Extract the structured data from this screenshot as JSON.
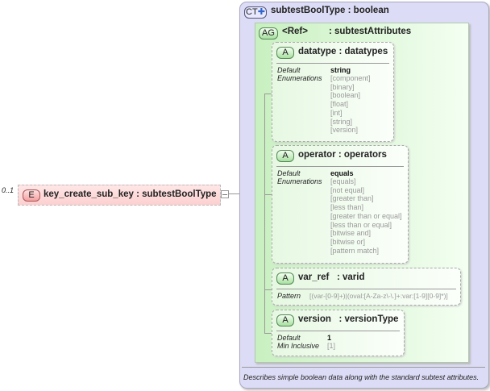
{
  "element": {
    "occurs": "0..1",
    "badge": "E",
    "name": "key_create_sub_key",
    "type": ": subtestBoolType"
  },
  "complex_type": {
    "badge": "CT",
    "name": "subtestBoolType",
    "base": ": boolean",
    "description": "Describes simple boolean data along with the standard subtest attributes."
  },
  "attribute_group": {
    "badge": "AG",
    "name": "<Ref>",
    "ref": ": subtestAttributes"
  },
  "attributes": [
    {
      "badge": "A",
      "name": "datatype",
      "type": ": datatypes",
      "default_label": "Default",
      "default": "string",
      "facet_label": "Enumerations",
      "values": [
        "[component]",
        "[binary]",
        "[boolean]",
        "[float]",
        "[int]",
        "[string]",
        "[version]"
      ]
    },
    {
      "badge": "A",
      "name": "operator",
      "type": ": operators",
      "default_label": "Default",
      "default": "equals",
      "facet_label": "Enumerations",
      "values": [
        "[equals]",
        "[not equal]",
        "[greater than]",
        "[less than]",
        "[greater than or equal]",
        "[less than or equal]",
        "[bitwise and]",
        "[bitwise or]",
        "[pattern match]"
      ]
    },
    {
      "badge": "A",
      "name": "var_ref",
      "type": ": varid",
      "facet_label": "Pattern",
      "values": [
        "[(var-[0-9]+)|(oval:[A-Za-z\\-\\.]+:var:[1-9][0-9]*)]"
      ]
    },
    {
      "badge": "A",
      "name": "version",
      "type": ": versionType",
      "default_label": "Default",
      "default": "1",
      "facet_label": "Min Inclusive",
      "values": [
        "[1]"
      ]
    }
  ]
}
